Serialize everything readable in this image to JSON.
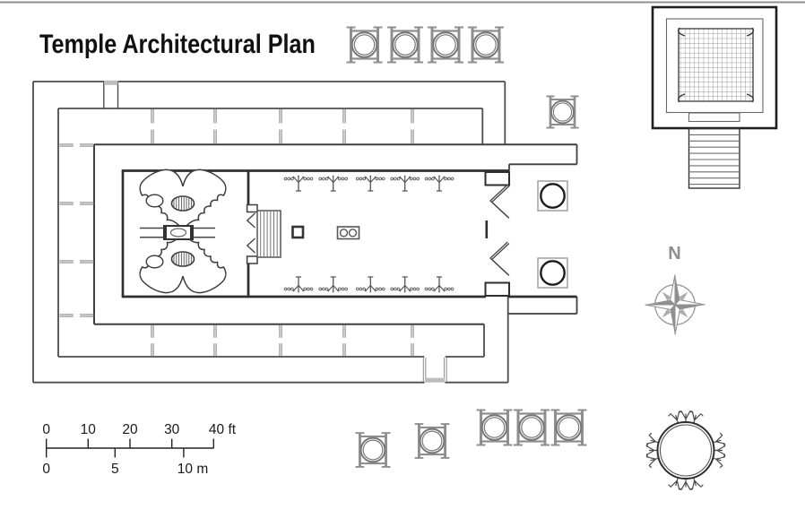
{
  "title": "Temple Architectural Plan",
  "compass": {
    "label": "N"
  },
  "scale_bar": {
    "feet": {
      "tick_labels": [
        "0",
        "10",
        "20",
        "30",
        "40 ft"
      ]
    },
    "meters": {
      "tick_labels": [
        "0",
        "5",
        "10 m"
      ]
    }
  },
  "colors": {
    "ink": "#2e2e2e",
    "wall_line": "#4d4d4d",
    "gray_fixture": "#8f8f8f",
    "gate_bar": "#bcbcbc",
    "background": "#ffffff"
  },
  "icons": {
    "compass-rose-icon": "eight-point star with N label",
    "wheeled-laver-icon": "square wheeled stand with round basin",
    "pillar-icon": "circle inside square",
    "lampstand-icon": "dotted bar with branched stem",
    "winged-figure-icon": "scalloped wings with hatched oval body",
    "ark-icon": "rectangle with oval and carrying poles",
    "steps-icon": "striped stair band",
    "incense-altar-icon": "small thick square",
    "table-icon": "rectangle with two circles",
    "grated-altar-icon": "square with mesh grid and stair ramp",
    "round-basin-icon": "double circle ringed by twelve prongs",
    "gateway-icon": "gray bar across wall opening"
  }
}
